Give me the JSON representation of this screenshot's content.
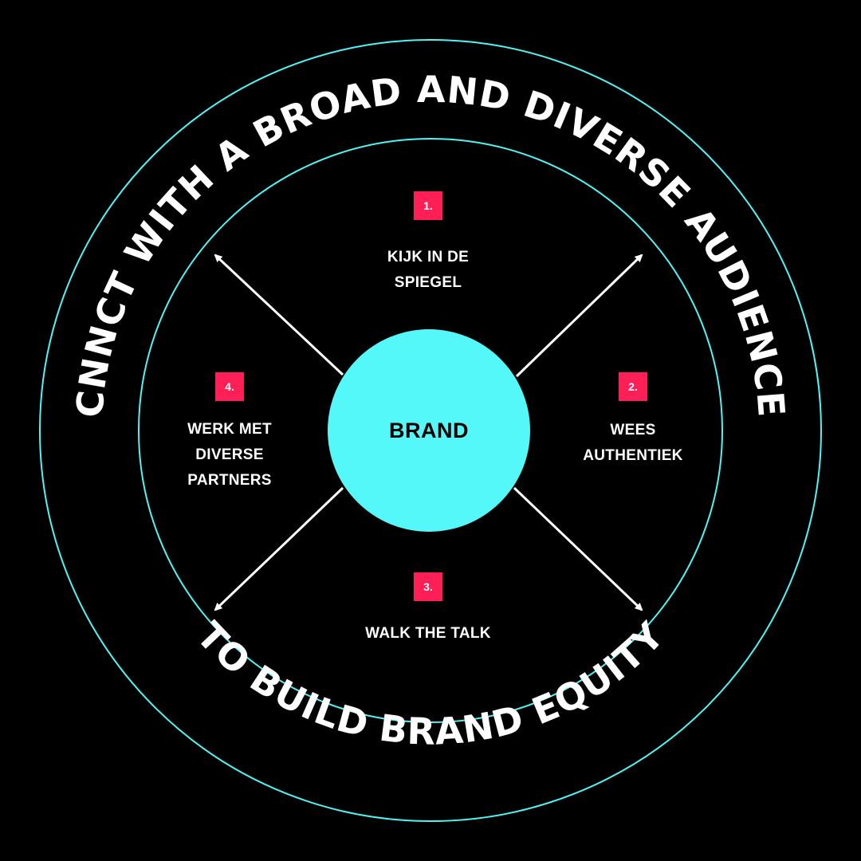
{
  "colors": {
    "background": "#000000",
    "ring": "#4ff5f5",
    "center_fill": "#54f8f8",
    "badge": "#ff1f57",
    "text": "#ffffff",
    "center_text": "#000000"
  },
  "outer_ring_text": {
    "top": "CNNCT WITH A BROAD AND DIVERSE AUDIENCE",
    "bottom": "TO BUILD BRAND EQUITY"
  },
  "center": {
    "label": "BRAND"
  },
  "steps": [
    {
      "number": "1.",
      "label_lines": [
        "KIJK IN DE",
        "SPIEGEL"
      ]
    },
    {
      "number": "2.",
      "label_lines": [
        "WEES",
        "AUTHENTIEK"
      ]
    },
    {
      "number": "3.",
      "label_lines": [
        "WALK THE TALK"
      ]
    },
    {
      "number": "4.",
      "label_lines": [
        "WERK MET",
        "DIVERSE",
        "PARTNERS"
      ]
    }
  ],
  "icons": [
    "arrow-up-left-icon",
    "arrow-up-right-icon",
    "arrow-down-right-icon",
    "arrow-down-left-icon"
  ]
}
